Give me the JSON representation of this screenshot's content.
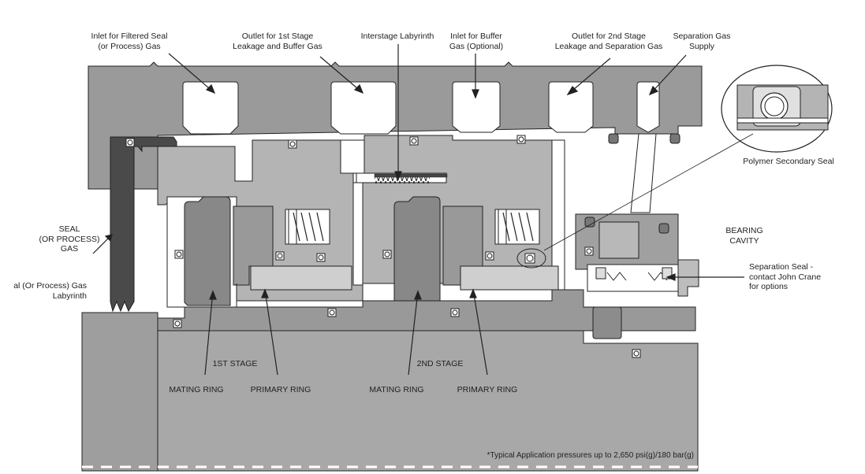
{
  "labels": {
    "inlet_filtered": [
      "Inlet for Filtered Seal",
      "(or Process) Gas"
    ],
    "outlet_first": [
      "Outlet for 1st Stage",
      "Leakage and Buffer Gas"
    ],
    "interstage": [
      "Interstage Labyrinth"
    ],
    "inlet_buffer": [
      "Inlet for Buffer",
      "Gas (Optional)"
    ],
    "outlet_second": [
      "Outlet for 2nd Stage",
      "Leakage and Separation Gas"
    ],
    "separation_supply": [
      "Separation Gas",
      "Supply"
    ],
    "polymer_seal": "Polymer Secondary Seal",
    "seal_gas": [
      "SEAL",
      "(OR PROCESS)",
      "GAS"
    ],
    "labyrinth": [
      "al (Or Process) Gas",
      "Labyrinth"
    ],
    "bearing_cavity": [
      "BEARING",
      "CAVITY"
    ],
    "separation_seal": [
      "Separation Seal -",
      "contact John Crane",
      "for options"
    ],
    "first_stage": "1ST STAGE",
    "second_stage": "2ND STAGE",
    "mating_ring_1": "MATING RING",
    "primary_ring_1": "PRIMARY RING",
    "mating_ring_2": "MATING RING",
    "primary_ring_2": "PRIMARY RING",
    "footnote": "*Typical Application pressures up to 2,650 psi(g)/180 bar(g)"
  },
  "colors": {
    "housing": "#9a9a9a",
    "part": "#b4b4b4",
    "ring": "#888888",
    "dark": "#4a4a4a",
    "line": "#222222",
    "light": "#d6d6d6"
  }
}
